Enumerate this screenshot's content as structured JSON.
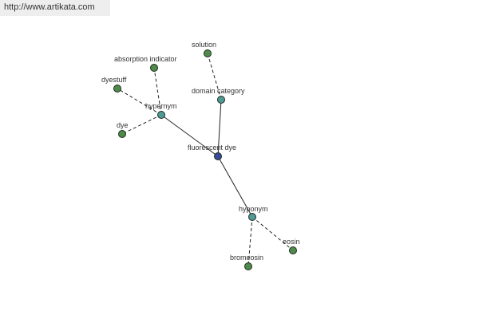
{
  "banner": {
    "url_text": "http://www.artikata.com"
  },
  "graph": {
    "nodes": [
      {
        "id": "fluorescent-dye",
        "label": "fluorescent dye",
        "kind": "center"
      },
      {
        "id": "hypernym",
        "label": "hypernym",
        "kind": "relation"
      },
      {
        "id": "domain-category",
        "label": "domain category",
        "kind": "relation"
      },
      {
        "id": "hyponym",
        "label": "hyponym",
        "kind": "relation"
      },
      {
        "id": "absorption-indicator",
        "label": "absorption indicator",
        "kind": "term"
      },
      {
        "id": "dyestuff",
        "label": "dyestuff",
        "kind": "term"
      },
      {
        "id": "dye",
        "label": "dye",
        "kind": "term"
      },
      {
        "id": "solution",
        "label": "solution",
        "kind": "term"
      },
      {
        "id": "bromeosin",
        "label": "bromeosin",
        "kind": "term"
      },
      {
        "id": "eosin",
        "label": "eosin",
        "kind": "term"
      }
    ],
    "edges": [
      {
        "from": "fluorescent-dye",
        "to": "hypernym",
        "style": "solid"
      },
      {
        "from": "fluorescent-dye",
        "to": "domain-category",
        "style": "solid"
      },
      {
        "from": "fluorescent-dye",
        "to": "hyponym",
        "style": "solid"
      },
      {
        "from": "hypernym",
        "to": "absorption-indicator",
        "style": "dashed"
      },
      {
        "from": "hypernym",
        "to": "dyestuff",
        "style": "dashed"
      },
      {
        "from": "hypernym",
        "to": "dye",
        "style": "dashed"
      },
      {
        "from": "domain-category",
        "to": "solution",
        "style": "dashed"
      },
      {
        "from": "hyponym",
        "to": "bromeosin",
        "style": "dashed"
      },
      {
        "from": "hyponym",
        "to": "eosin",
        "style": "dashed"
      }
    ],
    "colors": {
      "center": "#3a4a9a",
      "relation": "#4f9a94",
      "term": "#4e8a4a",
      "outline": "#1e2a1e",
      "edge": "#222222"
    }
  }
}
